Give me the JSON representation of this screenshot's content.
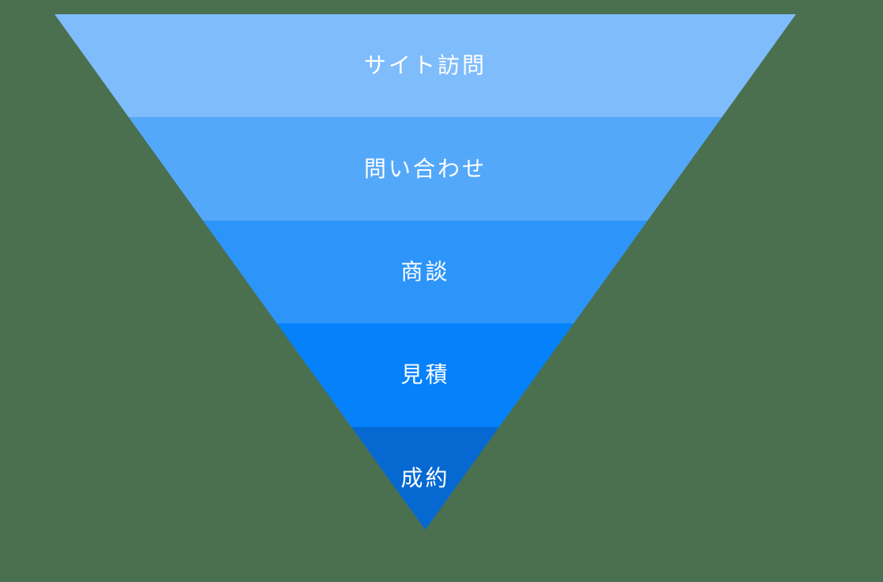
{
  "background_color": "#4A7050",
  "funnel": {
    "type": "funnel",
    "direction": "inverted-triangle-top-wide",
    "text_color": "#ffffff",
    "stages": [
      {
        "label": "サイト訪問",
        "color": "#7EBCFC"
      },
      {
        "label": "問い合わせ",
        "color": "#54A8FA"
      },
      {
        "label": "商談",
        "color": "#2D95F9"
      },
      {
        "label": "見積",
        "color": "#0581FB"
      },
      {
        "label": "成約",
        "color": "#0669D2"
      }
    ]
  }
}
